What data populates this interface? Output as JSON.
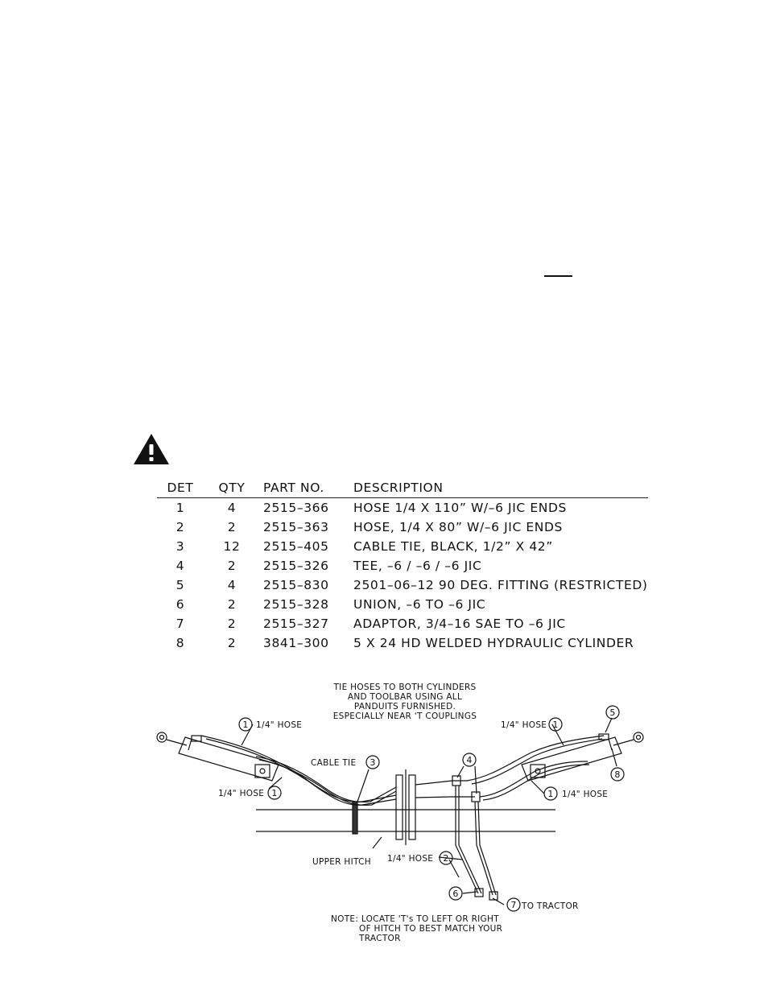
{
  "parts_table": {
    "headers": [
      "DET",
      "QTY",
      "PART NO.",
      "DESCRIPTION"
    ],
    "rows": [
      [
        "1",
        "4",
        "2515–366",
        "HOSE 1/4 X 110” W/–6 JIC ENDS"
      ],
      [
        "2",
        "2",
        "2515–363",
        "HOSE, 1/4 X 80” W/–6 JIC ENDS"
      ],
      [
        "3",
        "12",
        "2515–405",
        "CABLE TIE, BLACK, 1/2” X 42”"
      ],
      [
        "4",
        "2",
        "2515–326",
        "TEE, –6 / –6 / –6 JIC"
      ],
      [
        "5",
        "4",
        "2515–830",
        "2501–06–12 90 DEG. FITTING (RESTRICTED)"
      ],
      [
        "6",
        "2",
        "2515–328",
        "UNION, –6 TO –6 JIC"
      ],
      [
        "7",
        "2",
        "2515–327",
        "ADAPTOR, 3/4–16 SAE TO –6 JIC"
      ],
      [
        "8",
        "2",
        "3841–300",
        "5 X 24 HD WELDED HYDRAULIC CYLINDER"
      ]
    ]
  },
  "diagram": {
    "note_top": [
      "TIE HOSES TO BOTH CYLINDERS",
      "AND TOOLBAR USING ALL",
      "PANDUITS FURNISHED.",
      "ESPECIALLY NEAR 'T COUPLINGS"
    ],
    "hose_label": "1/4\" HOSE",
    "cable_tie": "CABLE TIE",
    "upper_hitch": "UPPER HITCH",
    "to_tractor": "TO TRACTOR",
    "note_bottom": [
      "NOTE: LOCATE 'T's TO LEFT OR RIGHT",
      "OF HITCH TO BEST MATCH YOUR",
      "TRACTOR"
    ],
    "callouts": [
      "1",
      "2",
      "3",
      "4",
      "5",
      "6",
      "7",
      "8"
    ]
  },
  "icons": {
    "warning": "warning-triangle-icon"
  }
}
